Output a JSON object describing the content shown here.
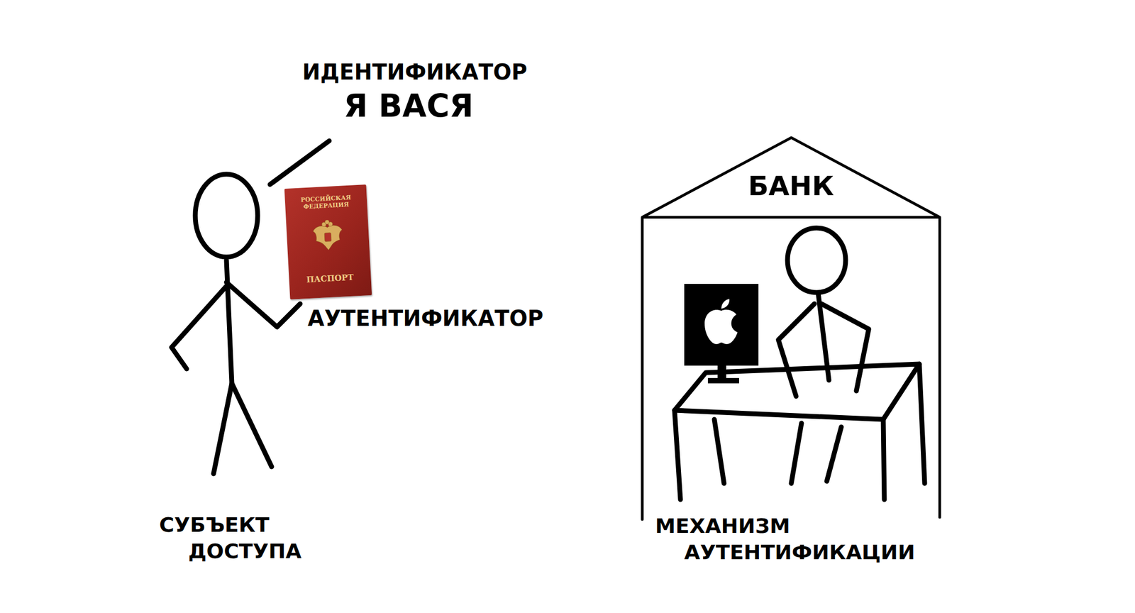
{
  "diagram": {
    "nodes": [
      {
        "text": [
          "РОССИЙСКАЯ ФЕДЕРАЦИЯ",
          "ПАСПОРТ"
        ]
      },
      {
        "text": [
          "БАНК"
        ]
      }
    ],
    "labels": [
      "ИДЕНТИФИКАТОР",
      "Я ВАСЯ",
      "АУТЕНТИФИКАТОР",
      "СУБЪЕКТ ДОСТУПА",
      "МЕХАНИЗМ АУТЕНТИФИКАЦИИ"
    ]
  }
}
